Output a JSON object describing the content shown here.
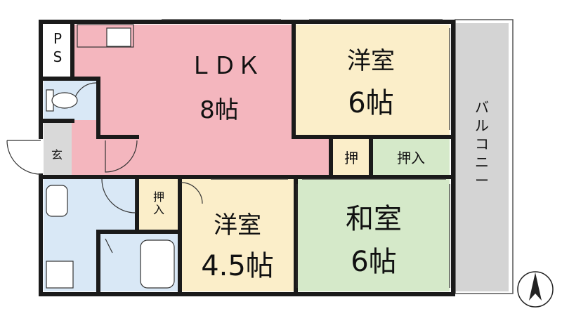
{
  "floorplan": {
    "rooms": {
      "ldk": {
        "name": "ＬＤＫ",
        "size": "8帖"
      },
      "western_north": {
        "name": "洋室",
        "size": "6帖"
      },
      "western_south": {
        "name": "洋室",
        "size": "4.5帖"
      },
      "japanese": {
        "name": "和室",
        "size": "6帖"
      },
      "balcony": {
        "name": "バルコニー"
      },
      "entrance": {
        "name": "玄"
      },
      "ps": {
        "name": "PS"
      },
      "closet_small": {
        "name": "押"
      },
      "closet_right": {
        "name": "押入"
      },
      "closet_left": {
        "name": "押入"
      }
    },
    "colors": {
      "ldk": "#f4b6be",
      "western_north": "#fbeec9",
      "western_south": "#fbeec9",
      "japanese": "#d5e9c9",
      "closet_right": "#d5e9c9",
      "closet_left": "#fbeec9",
      "closet_small": "#fbeec9",
      "wet_area": "#d9e8f6",
      "balcony": "#d4d4d4",
      "entrance": "#d9d9d9",
      "wall": "#1a1a1a"
    },
    "compass": {
      "icon": "north-arrow-icon"
    }
  }
}
